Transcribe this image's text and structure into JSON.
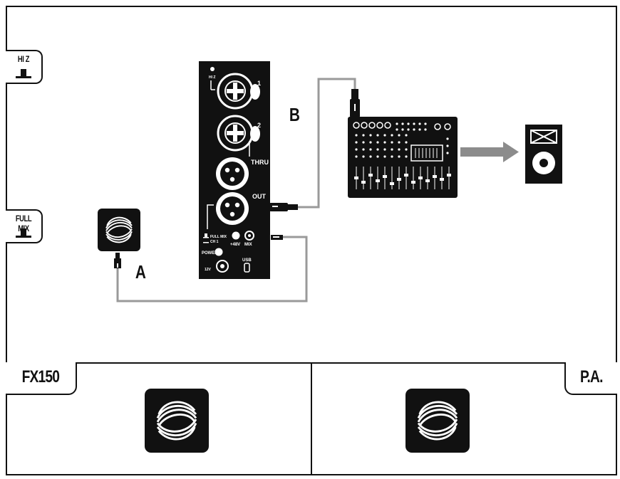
{
  "labels": {
    "hiz_tab": "HI Z",
    "fullmix_tab": "FULL MIX",
    "cable_a": "A",
    "cable_b": "B",
    "panel_left": "FX150",
    "panel_right": "P.A."
  },
  "device": {
    "ch1": "1",
    "ch2": "2",
    "hiz_small": "HI Z",
    "thru": "THRU",
    "out": "OUT",
    "fullmix_small": "FULL MIX",
    "ch1_small": "CH 1",
    "v48": "+48V",
    "mix": "MIX",
    "power": "POWER",
    "dc": "12V",
    "usb": "USB"
  },
  "colors": {
    "ink": "#111111",
    "cable": "#9a9a9a",
    "arrow": "#8c8c8c",
    "background": "#ffffff"
  }
}
